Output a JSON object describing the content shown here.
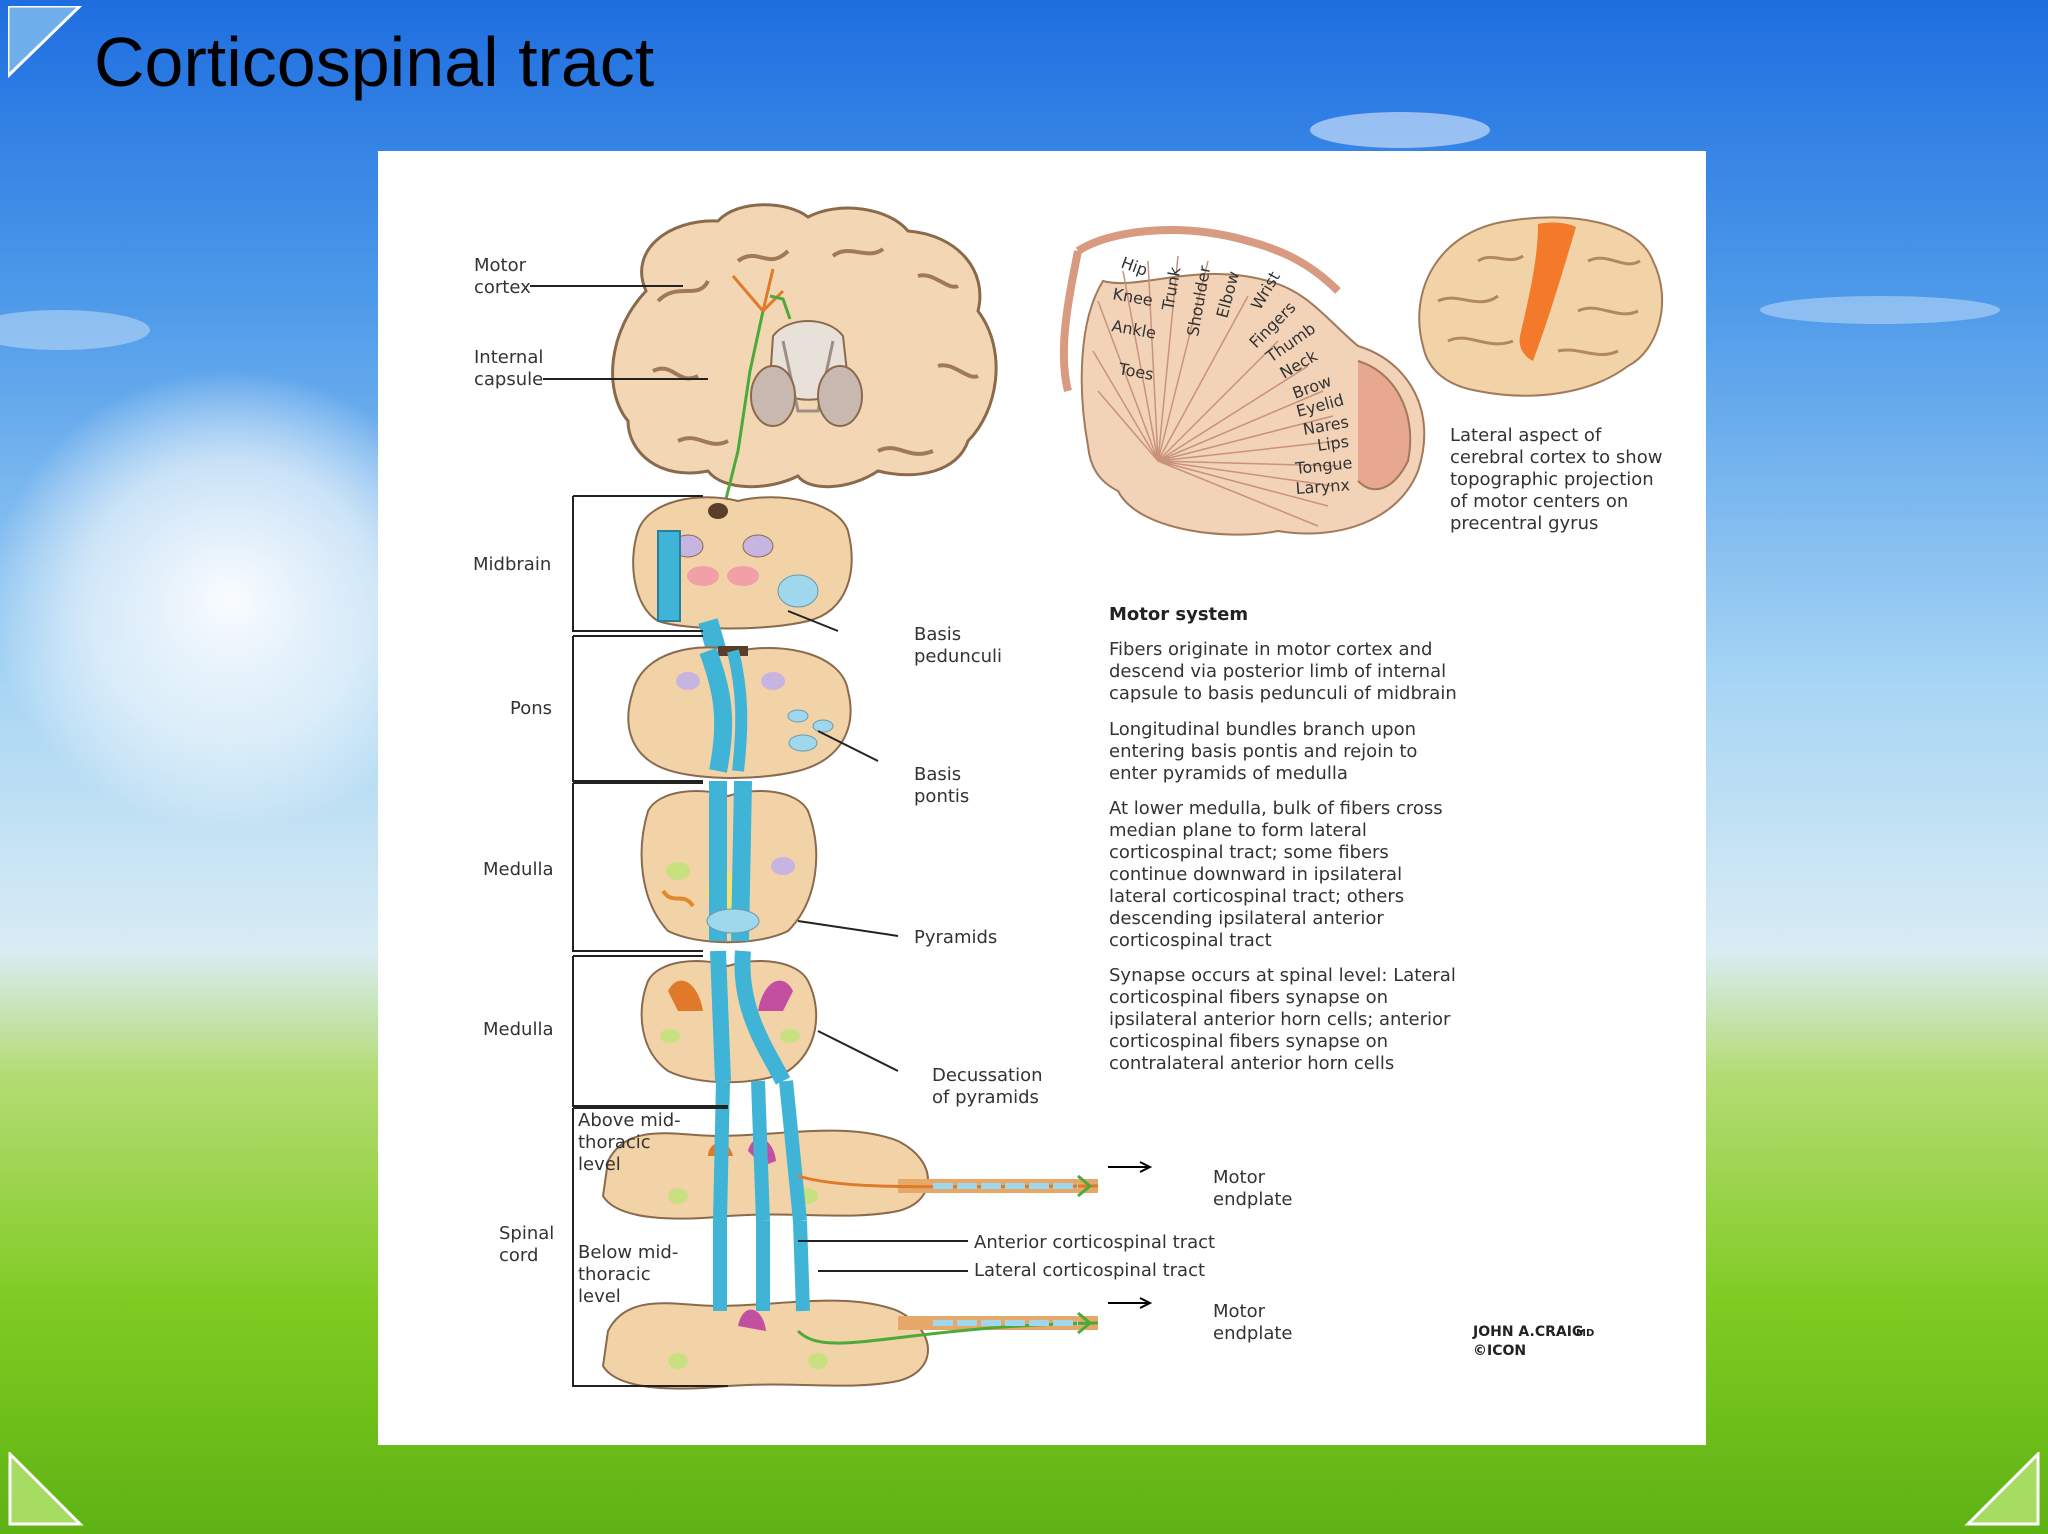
{
  "slide": {
    "title": "Corticospinal tract"
  },
  "figure": {
    "labels": {
      "motor_cortex": [
        "Motor",
        "cortex"
      ],
      "internal_capsule": [
        "Internal",
        "capsule"
      ],
      "midbrain": "Midbrain",
      "pons": "Pons",
      "medulla_1": "Medulla",
      "medulla_2": "Medulla",
      "spinal_cord": [
        "Spinal",
        "cord"
      ],
      "above_mid_thoracic": [
        "Above mid-",
        "thoracic",
        "level"
      ],
      "below_mid_thoracic": [
        "Below mid-",
        "thoracic",
        "level"
      ],
      "basis_pedunculi": [
        "Basis",
        "pedunculi"
      ],
      "basis_pontis": [
        "Basis",
        "pontis"
      ],
      "pyramids": "Pyramids",
      "decussation": [
        "Decussation",
        "of pyramids"
      ],
      "anterior_tract": "Anterior corticospinal tract",
      "lateral_tract": "Lateral corticospinal tract",
      "motor_endplate_1": [
        "Motor",
        "endplate"
      ],
      "motor_endplate_2": [
        "Motor",
        "endplate"
      ]
    },
    "homunculus_labels": [
      "Hip",
      "Trunk",
      "Shoulder",
      "Elbow",
      "Wrist",
      "Knee",
      "Ankle",
      "Toes",
      "Fingers",
      "Thumb",
      "Neck",
      "Brow",
      "Eyelid",
      "Nares",
      "Lips",
      "Tongue",
      "Larynx"
    ],
    "lateral_caption": [
      "Lateral aspect of",
      "cerebral cortex to show",
      "topographic projection",
      "of motor centers on",
      "precentral gyrus"
    ],
    "motor_system": {
      "heading": "Motor system",
      "paragraphs": [
        [
          "Fibers originate in motor cortex and",
          "descend via posterior limb of internal",
          "capsule to basis pedunculi of midbrain"
        ],
        [
          "Longitudinal bundles branch upon",
          "entering basis pontis and rejoin to",
          "enter pyramids of medulla"
        ],
        [
          "At lower medulla, bulk of fibers cross",
          "median plane to form lateral",
          "corticospinal tract; some fibers",
          "continue downward in ipsilateral",
          "lateral corticospinal tract; others",
          "descending ipsilateral anterior",
          "corticospinal tract"
        ],
        [
          "Synapse occurs at spinal level: Lateral",
          "corticospinal fibers synapse on",
          "ipsilateral anterior horn cells; anterior",
          "corticospinal fibers synapse on",
          "contralateral anterior horn cells"
        ]
      ]
    },
    "signature": {
      "artist": "JOHN A.CRAIG",
      "suffix": "MD",
      "publisher": "©ICON"
    }
  },
  "colors": {
    "sky_top": "#1f6fe0",
    "sky_mid": "#9fd0f3",
    "grass": "#7ccc1a",
    "tract": "#3fb4d6",
    "tissue": "#f2d3a8"
  }
}
